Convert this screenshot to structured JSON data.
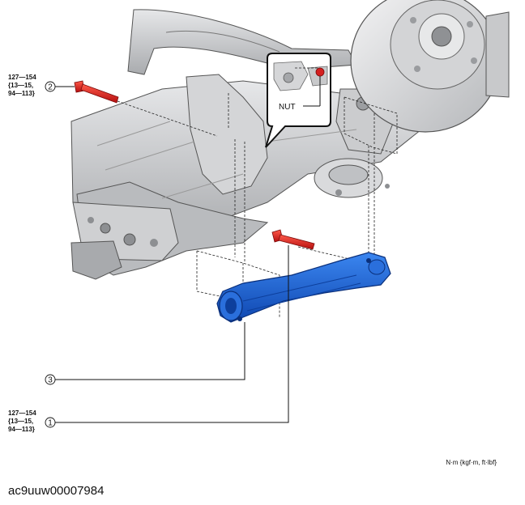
{
  "callouts": {
    "c1": {
      "number": "1",
      "torque": [
        "127—154",
        "{13—15,",
        "94—113}"
      ]
    },
    "c2": {
      "number": "2",
      "torque": [
        "127—154",
        "{13—15,",
        "94—113}"
      ]
    },
    "c3": {
      "number": "3"
    }
  },
  "nut_label": "NUT",
  "units_note": "N·m {kgf·m, ft·lbf}",
  "figure_id": "ac9uuw00007984",
  "colors": {
    "part_highlight": "#1a5fd6",
    "bolt": "#d41f1f",
    "frame": "#c9cacc",
    "outline": "#555555"
  },
  "icons": [
    "bolt-icon",
    "nut-icon",
    "lower-arm-part"
  ]
}
